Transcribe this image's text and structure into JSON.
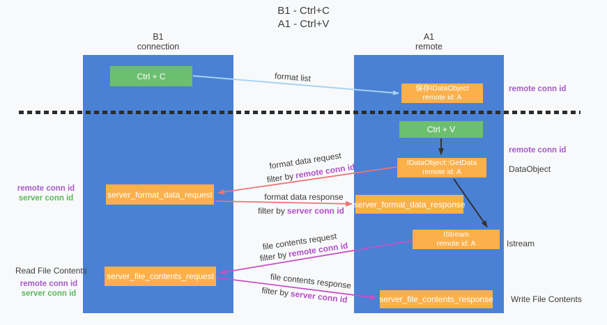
{
  "title": {
    "line1": "B1 - Ctrl+C",
    "line2": "A1 - Ctrl+V"
  },
  "lanes": {
    "left": {
      "name": "B1",
      "role": "connection"
    },
    "right": {
      "name": "A1",
      "role": "remote"
    }
  },
  "nodes": {
    "ctrl_c": "Ctrl + C",
    "ctrl_v": "Ctrl + V",
    "save_idataobject": {
      "line1": "保存IDataObject",
      "line2": "remote id: A"
    },
    "idataobject_getdata": {
      "line1": "IDataObject::GetData",
      "line2": "remote id: A"
    },
    "istream_box": {
      "line1": "IStream",
      "line2": "remote id: A"
    },
    "server_format_data_request": "server_format_data_request",
    "server_format_data_response": "server_format_data_response",
    "server_file_contents_request": "server_file_contents_request",
    "server_file_contents_response": "server_file_contents_response"
  },
  "flow_labels": {
    "format_list": "format list",
    "format_data_request": "format data request",
    "format_data_response": "format data response",
    "file_contents_request": "file contents request",
    "file_contents_response": "file contents response",
    "filter_by": "filter by",
    "remote_conn_id": "remote conn id",
    "server_conn_id": "server conn id"
  },
  "side_labels": {
    "remote_conn_id_top": "remote conn id",
    "remote_conn_id_mid": "remote conn id",
    "dataobject": "DataObject",
    "istream": "Istream",
    "write_file_contents": "Write File Contents",
    "read_file_contents": "Read File Contents",
    "left_remote_conn_id": "remote conn id",
    "left_server_conn_id": "server conn id",
    "bottom_remote_conn_id": "remote conn id",
    "bottom_server_conn_id": "server conn id"
  },
  "colors": {
    "lane_blue": "#4a81d5",
    "box_green": "#6dbf70",
    "box_orange": "#fbb04a",
    "arrow_light_blue": "#a9d3f2",
    "arrow_salmon": "#ed7476",
    "arrow_magenta": "#c94fc6",
    "arrow_black": "#333333",
    "text_purple": "#a55bc9",
    "text_green": "#5cb85c"
  }
}
